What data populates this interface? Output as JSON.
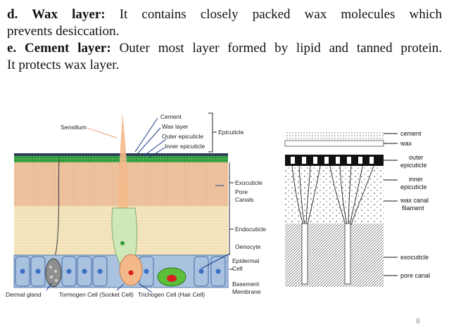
{
  "text": {
    "wax": {
      "term": "d. Wax layer:",
      "line1_rest": " It contains closely packed wax molecules which",
      "line2": "prevents desiccation."
    },
    "cement": {
      "term": "e. Cement layer:",
      "line1_rest": " Outer most layer formed by lipid and tanned protein.",
      "line2": "It protects wax layer."
    }
  },
  "left_figure": {
    "labels": {
      "sensillum": "Sensillum",
      "cement": "Cement",
      "wax_layer": "Wax layer",
      "outer_epicuticle": "Outer epicuticle",
      "inner_epicuticle": "Inner epicuticle",
      "epicuticle": "Epicuticle",
      "exocuticle": "Exocuticle",
      "pore_canals_1": "Pore",
      "pore_canals_2": "Canals",
      "endocuticle": "Endocuticle",
      "oenocyte": "Oenocyte",
      "epidermal_cell_1": "Epidermal",
      "epidermal_cell_2": "Cell",
      "basement_1": "Basement",
      "basement_2": "Membrane",
      "dermal_gland": "Dermal gland",
      "tormogen": "Tormogen Cell (Socket Cell)",
      "trichogen": "Trichogen Cell (Hair Cell)"
    }
  },
  "right_figure": {
    "labels": {
      "cement": "cement",
      "wax": "wax",
      "outer_1": "outer",
      "outer_2": "epicuticle",
      "inner_1": "inner",
      "inner_2": "epicuticle",
      "wax_canal_1": "wax canal",
      "wax_canal_2": "filament",
      "exocuticle": "exocuticle",
      "pore_canal": "pore canal"
    }
  },
  "page_number": "8",
  "colors": {
    "cement_layer": "#2e4057",
    "wax_layer": "#2e9a3a",
    "exocuticle": "#f1c8a4",
    "endocuticle": "#f5e6bf",
    "epidermal_cell": "#a9c2e0",
    "nucleus": "#3b6fc4",
    "sensillum": "#f4b98a",
    "trichogen_nucleus": "#d92020",
    "oenocyte": "#5cbf3a"
  }
}
